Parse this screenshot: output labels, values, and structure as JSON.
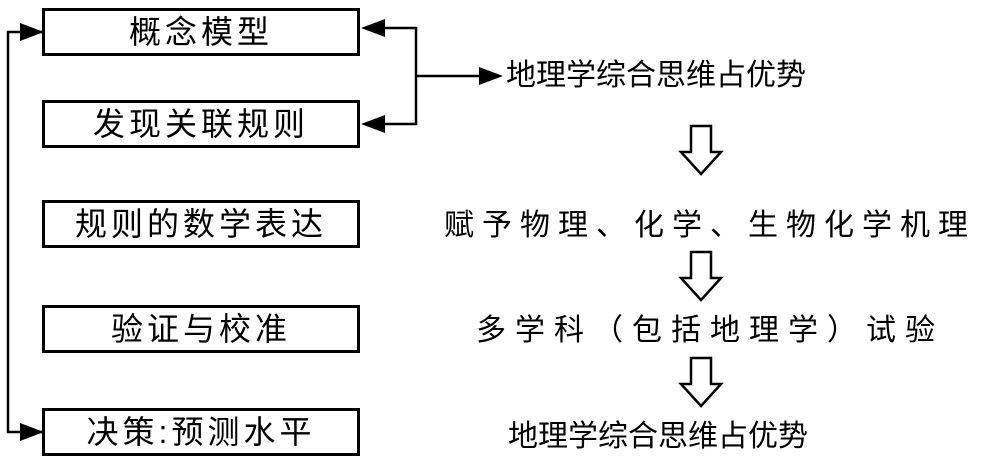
{
  "boxes": [
    {
      "label": "概念模型"
    },
    {
      "label": "发现关联规则"
    },
    {
      "label": "规则的数学表达"
    },
    {
      "label": "验证与校准"
    },
    {
      "label": "决策:预测水平"
    }
  ],
  "annotations": [
    {
      "label": "地理学综合思维占优势"
    },
    {
      "label": "赋予物理、化学、生物化学机理"
    },
    {
      "label": "多学科（包括地理学）试验"
    },
    {
      "label": "地理学综合思维占优势"
    }
  ],
  "colors": {
    "line": "#000000",
    "text": "#000000",
    "background": "#ffffff"
  }
}
